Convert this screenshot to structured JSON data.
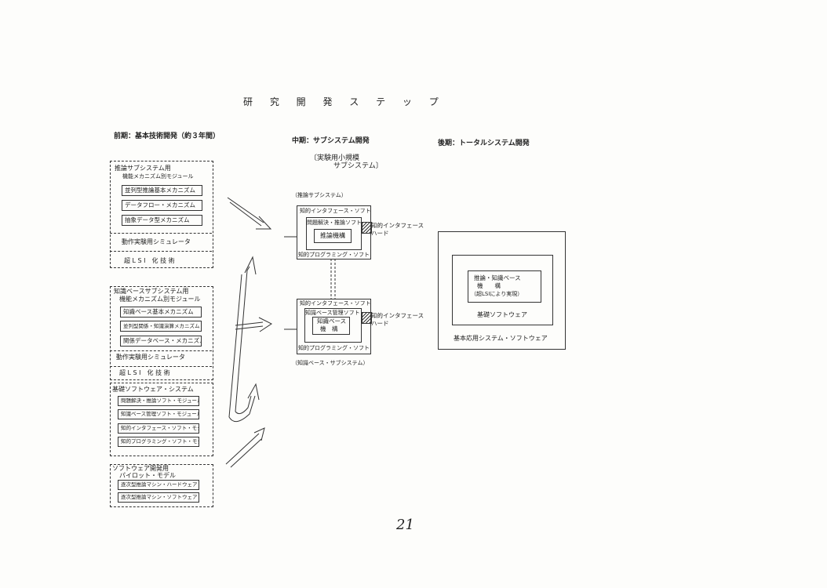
{
  "title": "研 究 開 発 ス テ ッ プ",
  "phases": {
    "early": "前期：基本技術開発（約３年間）",
    "middle": "中期：サブシステム開発",
    "middle_note_1": "〔実験用小規模",
    "middle_note_2": "サブシステム〕",
    "late": "後期：トータルシステム開発"
  },
  "left_groups": [
    {
      "title_1": "推論サブシステム用",
      "title_2": "機能メカニズム別モジュール",
      "items": [
        "並列型推論基本メカニズム",
        "データフロー・メカニズム",
        "抽象データ型メカニズム"
      ],
      "simulator": "動作実験用シミュレータ",
      "lsi": "超 L S I　化 技 術"
    },
    {
      "title_1": "知識ベースサブシステム用",
      "title_2": "機能メカニズム別モジュール",
      "items": [
        "知識ベース基本メカニズム",
        "並列型関係・知識演算メカニズム",
        "関係データベース・メカニズム"
      ],
      "simulator": "動作実験用シミュレータ",
      "lsi": "超 L S I　化 技 術"
    },
    {
      "title_1": "基礎ソフトウェア・システム",
      "items": [
        "問題解決・推論ソフト・モジュール",
        "知識ベース管理ソフト・モジュール",
        "知的インタフェース・ソフト・モジュール",
        "知的プログラミング・ソフト・モジュール"
      ]
    },
    {
      "title_1": "ソフトウェア開発用",
      "title_2": "パイロット・モデル",
      "items": [
        "逐次型推論マシン・ハードウェア",
        "逐次型推論マシン・ソフトウェア"
      ]
    }
  ],
  "inference_subsystem": {
    "label": "（推論サブシステム）",
    "outer_top": "知的インタフェース・ソフト",
    "middle": "問題解決・推論ソフト",
    "core": "推論機構",
    "outer_bottom": "知的プログラミング・ソフト",
    "hardware_1": "知的インタフェース",
    "hardware_2": "ハード"
  },
  "knowledge_subsystem": {
    "label": "（知識ベース・サブシステム）",
    "outer_top": "知的インタフェース・ソフト",
    "middle": "知識ベース管理ソフト",
    "core_1": "知識ベース",
    "core_2": "機　構",
    "outer_bottom": "知的プログラミング・ソフト",
    "hardware_1": "知的インタフェース",
    "hardware_2": "ハード"
  },
  "total_system": {
    "core_1": "推論・知識ベース",
    "core_2": "機　　構",
    "core_3": "（超LSIにより実現）",
    "middle": "基礎ソフトウェア",
    "outer": "基本応用システム・ソフトウェア"
  },
  "page_number": "21"
}
